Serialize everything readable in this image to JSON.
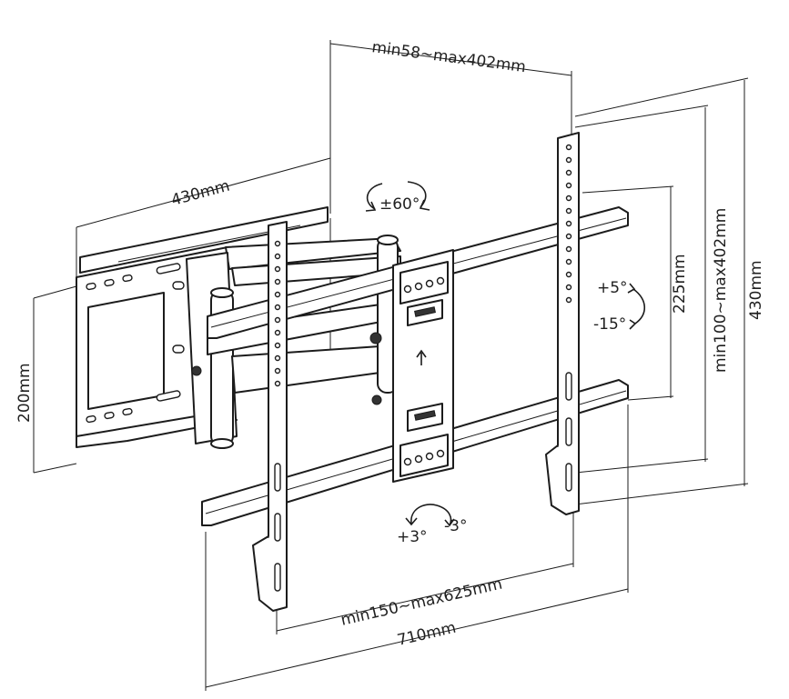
{
  "dimensions": {
    "top_depth": "min58~max402mm",
    "wall_plate_width": "430mm",
    "wall_plate_height": "200mm",
    "rotation": "±60°",
    "tilt_up": "+5°",
    "tilt_down": "-15°",
    "vesa_vertical_min": "225mm",
    "vesa_vertical_range": "min100~max402mm",
    "overall_height": "430mm",
    "level_plus": "+3°",
    "level_minus": "-3°",
    "vesa_horizontal_range": "min150~max625mm",
    "overall_width": "710mm"
  },
  "colors": {
    "line": "#1c1c1c",
    "background": "#ffffff"
  }
}
